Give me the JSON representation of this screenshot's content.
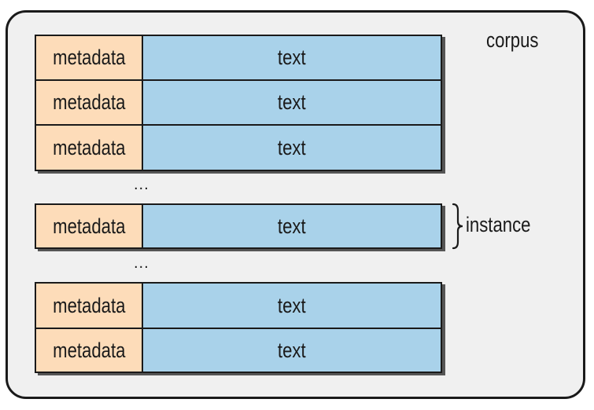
{
  "corpus_label": "corpus",
  "instance_label": "instance",
  "ellipsis": "...",
  "colors": {
    "metadata_fill": "#fddcb9",
    "text_fill": "#a9d2ea",
    "frame_fill": "#f0f0f0",
    "outline": "#1a1a1a"
  },
  "groups": [
    {
      "rows": [
        {
          "metadata": "metadata",
          "text": "text"
        },
        {
          "metadata": "metadata",
          "text": "text"
        },
        {
          "metadata": "metadata",
          "text": "text"
        }
      ]
    },
    {
      "rows": [
        {
          "metadata": "metadata",
          "text": "text"
        }
      ]
    },
    {
      "rows": [
        {
          "metadata": "metadata",
          "text": "text"
        },
        {
          "metadata": "metadata",
          "text": "text"
        }
      ]
    }
  ]
}
